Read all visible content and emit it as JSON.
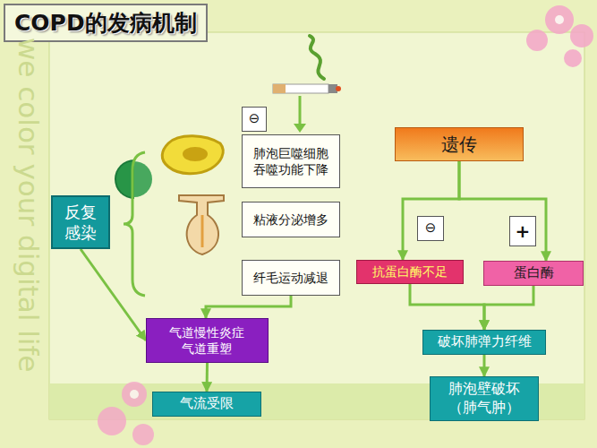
{
  "diagram": {
    "title": "COPD的发病机制",
    "nodes": [
      {
        "text": [
          "⊖"
        ]
      },
      {
        "text": [
          "肺泡巨噬细胞 吞噬功能下降"
        ]
      },
      {
        "text": [
          "遗传"
        ]
      },
      {
        "text": [
          "粘液分泌增多"
        ]
      },
      {
        "text": [
          "反复 感染"
        ]
      },
      {
        "text": [
          "⊖"
        ]
      },
      {
        "text": [
          "+"
        ]
      },
      {
        "text": [
          "纤毛运动减退"
        ]
      },
      {
        "text": [
          "抗蛋白酶不足"
        ]
      },
      {
        "text": [
          "蛋白酶"
        ]
      },
      {
        "text": [
          "气道慢性炎症 气道重塑"
        ]
      },
      {
        "text": [
          "破坏肺弹力纤维"
        ]
      },
      {
        "text": [
          "气流受限"
        ]
      },
      {
        "text": [
          "肺泡壁破坏 （肺气肿）"
        ]
      }
    ],
    "edges": [
      {
        "from": 2,
        "to": 8,
        "arrow": "to"
      },
      {
        "from": 2,
        "to": 9,
        "arrow": "to"
      },
      {
        "from": 8,
        "to": 11,
        "arrow": "to"
      },
      {
        "from": 9,
        "to": 11,
        "arrow": "to"
      },
      {
        "from": 11,
        "to": 13,
        "arrow": "to"
      },
      {
        "from": 4,
        "to": 10,
        "arrow": "to"
      },
      {
        "from": 7,
        "to": 10,
        "arrow": "to"
      },
      {
        "from": 10,
        "to": 12,
        "arrow": "to"
      }
    ],
    "labels": [
      "we color your digital life"
    ]
  }
}
